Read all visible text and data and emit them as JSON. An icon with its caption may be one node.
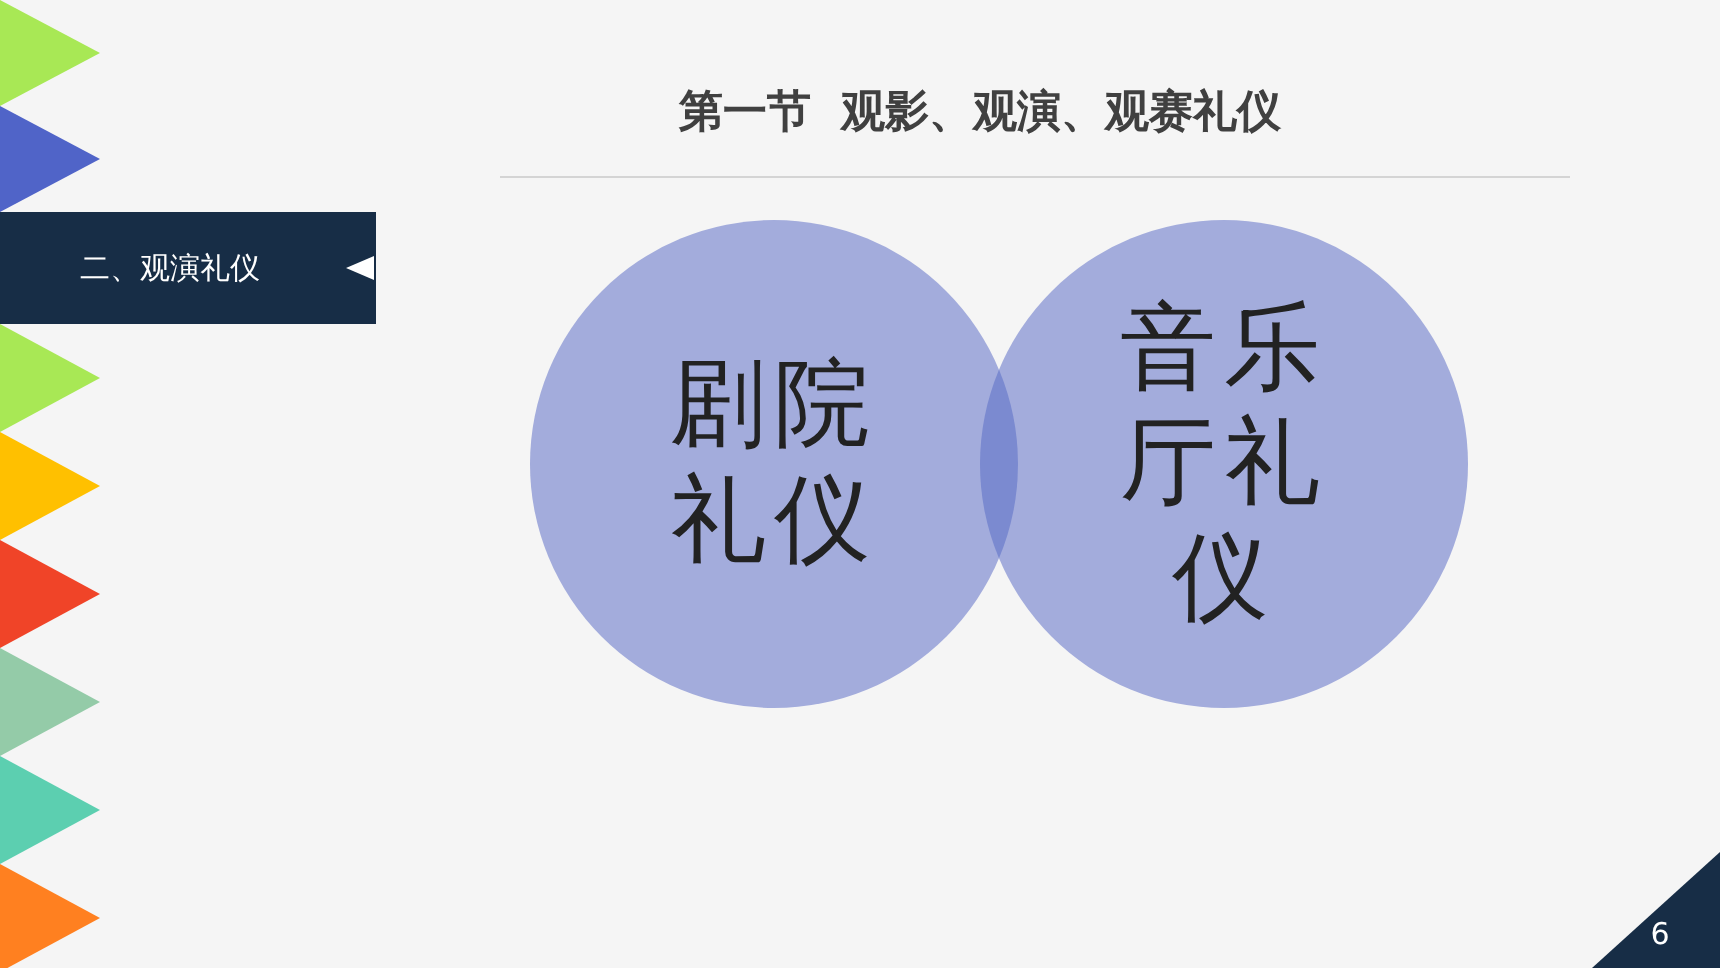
{
  "diagram": {
    "title": "第一节  观影、观演、观赛礼仪",
    "nodes": [
      {
        "text": [
          "剧院礼仪"
        ]
      },
      {
        "text": [
          "音乐厅礼仪"
        ]
      }
    ],
    "edges": [],
    "labels": [
      "二、观演礼仪",
      "6"
    ]
  }
}
